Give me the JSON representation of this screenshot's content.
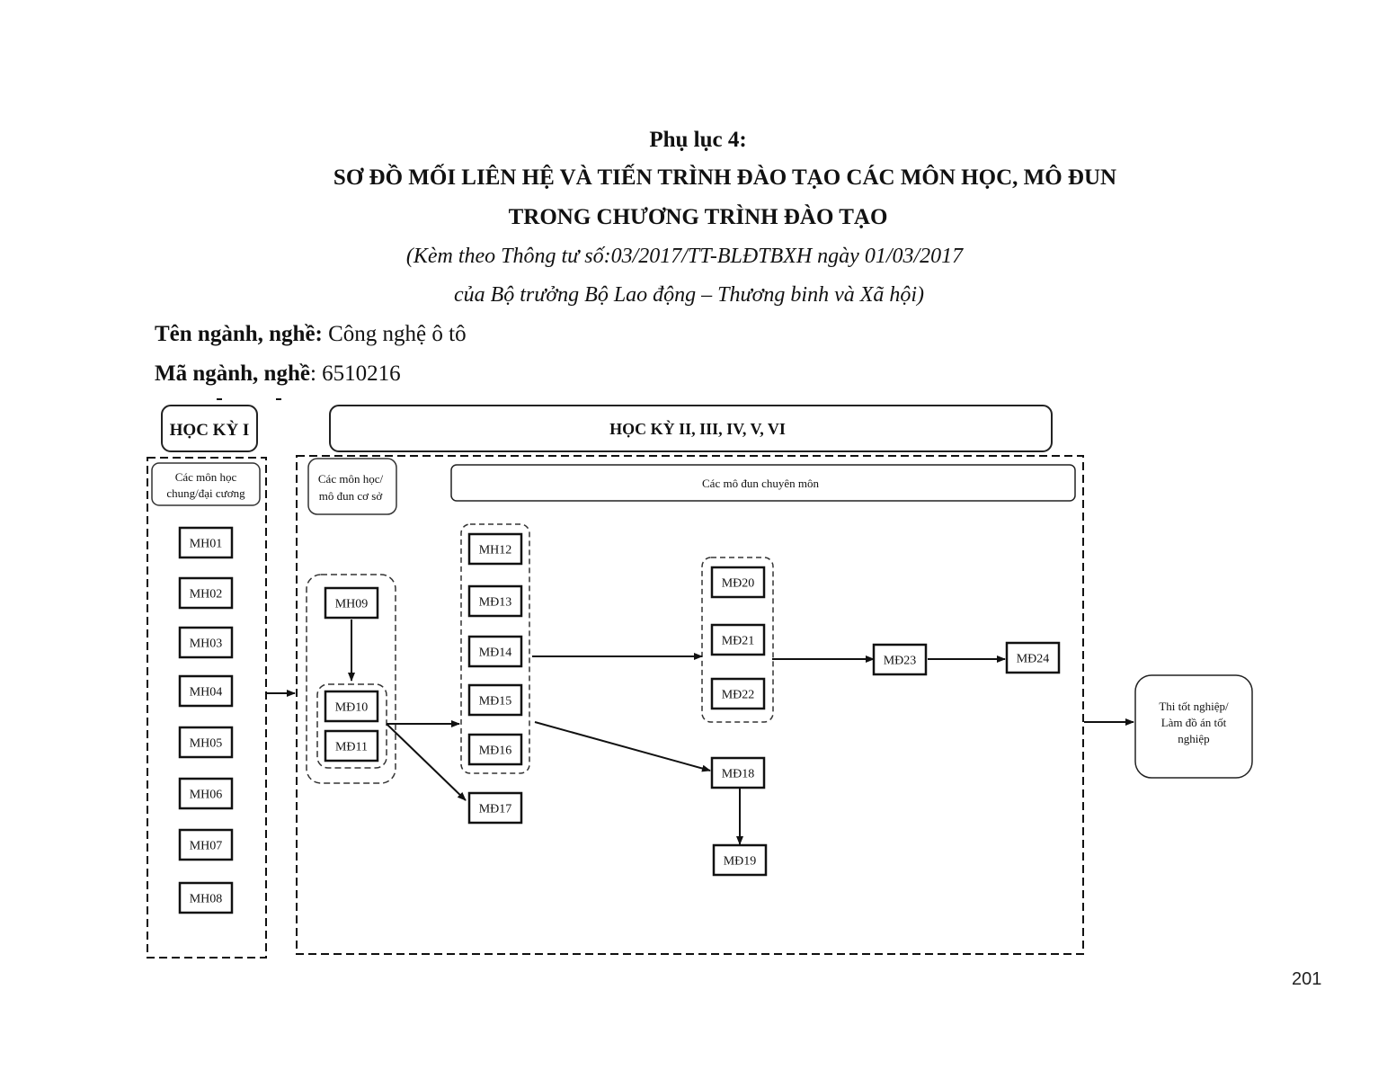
{
  "header": {
    "appendix": "Phụ lục 4:",
    "title_line1": "SƠ ĐỒ MỐI LIÊN HỆ VÀ TIẾN TRÌNH ĐÀO TẠO CÁC MÔN HỌC, MÔ ĐUN",
    "title_line2": "TRONG CHƯƠNG TRÌNH ĐÀO TẠO",
    "subtitle_line1": "(Kèm theo Thông tư số:03/2017/TT-BLĐTBXH ngày 01/03/2017",
    "subtitle_line2": "của Bộ trưởng Bộ Lao động – Thương binh và Xã hội)"
  },
  "fields": {
    "major_name_label": "Tên ngành, nghề:",
    "major_name_value": " Công nghệ ô tô",
    "major_code_label": "Mã ngành, nghề",
    "major_code_value": ": 6510216"
  },
  "diagram": {
    "semester1_title": "HỌC KỲ I",
    "semester_rest_title": "HỌC KỲ II, III, IV, V, VI",
    "group_general_line1": "Các môn học",
    "group_general_line2": "chung/đại cương",
    "group_basic_line1": "Các môn học/",
    "group_basic_line2": "mô đun cơ sở",
    "group_specialized": "Các mô đun chuyên môn",
    "final_line1": "Thi tốt nghiệp/",
    "final_line2": "Làm đồ án tốt",
    "final_line3": "nghiệp",
    "general_modules": [
      "MH01",
      "MH02",
      "MH03",
      "MH04",
      "MH05",
      "MH06",
      "MH07",
      "MH08"
    ],
    "basic_modules": [
      "MH09",
      "MĐ10",
      "MĐ11"
    ],
    "specialized_col1": [
      "MH12",
      "MĐ13",
      "MĐ14",
      "MĐ15",
      "MĐ16"
    ],
    "md17": "MĐ17",
    "specialized_col2": [
      "MĐ20",
      "MĐ21",
      "MĐ22"
    ],
    "md18": "MĐ18",
    "md19": "MĐ19",
    "md23": "MĐ23",
    "md24": "MĐ24",
    "edges": [
      [
        "Học kỳ I",
        "Học kỳ II–VI"
      ],
      [
        "MH09",
        "MĐ10"
      ],
      [
        "MĐ10/MĐ11",
        "MH12–MĐ16"
      ],
      [
        "MĐ10/MĐ11",
        "MĐ17"
      ],
      [
        "MH12–MĐ16",
        "MĐ20–MĐ22"
      ],
      [
        "MH12–MĐ16",
        "MĐ18"
      ],
      [
        "MĐ18",
        "MĐ19"
      ],
      [
        "MĐ20–MĐ22",
        "MĐ23"
      ],
      [
        "MĐ23",
        "MĐ24"
      ],
      [
        "Học kỳ II–VI",
        "Thi tốt nghiệp"
      ]
    ]
  },
  "page_number": "201"
}
